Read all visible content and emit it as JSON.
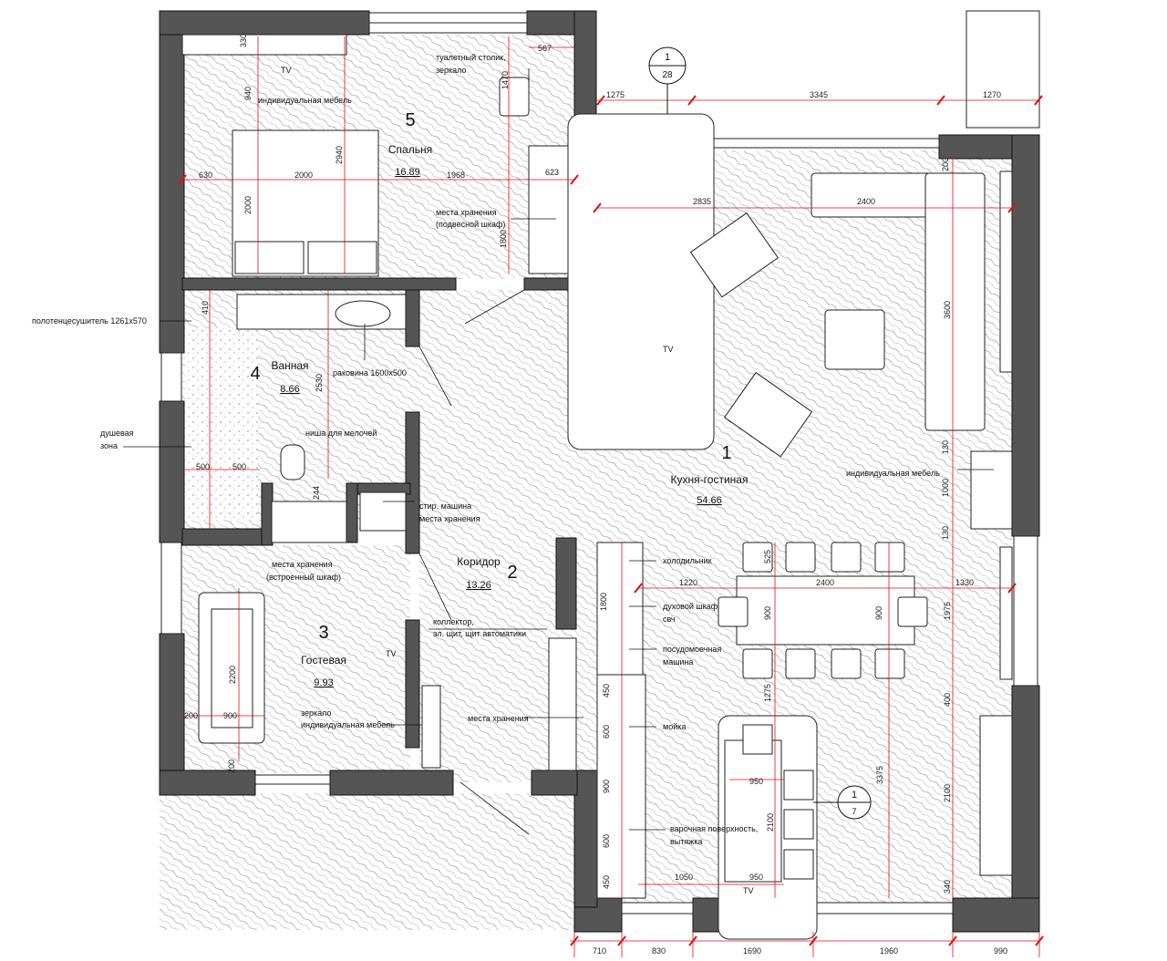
{
  "rooms": [
    {
      "num": "1",
      "name": "Кухня-гостиная",
      "area": "54.66"
    },
    {
      "num": "2",
      "name": "Коридор",
      "area": "13.26"
    },
    {
      "num": "3",
      "name": "Гостевая",
      "area": "9.93"
    },
    {
      "num": "4",
      "name": "Ванная",
      "area": "8.66"
    },
    {
      "num": "5",
      "name": "Спальня",
      "area": "16.89"
    }
  ],
  "notes": {
    "towel": "полотенцесушитель 1261х570",
    "shower_1": "душевая",
    "shower_2": "зона",
    "vanity_1": "туалетный столик,",
    "vanity_2": "зеркало",
    "bed_furniture": "индивидуальная мебель",
    "tv": "TV",
    "storage_hanging_1": "места хранения",
    "storage_hanging_2": "(подвесной шкаф)",
    "sink": "раковина 1600х500",
    "niche": "ниша для мелочей",
    "washer_1": "стир. машина",
    "washer_2": "места хранения",
    "storage_builtin_1": "места хранения",
    "storage_builtin_2": "(встроенный шкаф)",
    "collector_1": "коллектор,",
    "collector_2": "эл. щит, щит автоматики",
    "mirror_1": "зеркало",
    "mirror_2": "индивидуальная мебель",
    "storage_corridor": "места хранения",
    "fridge": "холодильник",
    "oven_1": "духовой шкаф",
    "oven_2": "свч",
    "dishwasher_1": "посудомоечная",
    "dishwasher_2": "машина",
    "sinkk": "мойка",
    "hob_1": "варочная поверхность,",
    "hob_2": "вытяжка",
    "custom_furniture": "индивидуальная мебель"
  },
  "section_marks": [
    {
      "num": "1",
      "sheet": "28"
    },
    {
      "num": "1",
      "sheet": "7"
    }
  ],
  "dimensions": {
    "d330": "330",
    "d940": "940",
    "d2940": "2940",
    "d630": "630",
    "d2000a": "2000",
    "d1968": "1968",
    "d2000b": "2000",
    "d567": "567",
    "d1470": "1470",
    "d623": "623",
    "d1800a": "1800",
    "d1275a": "1275",
    "d3345": "3345",
    "d1270": "1270",
    "d200a": "200",
    "d2835": "2835",
    "d2400a": "2400",
    "d3600": "3600",
    "d410": "410",
    "d2530": "2530",
    "d500a": "500",
    "d500b": "500",
    "d244": "244",
    "d1000": "1000",
    "d130a": "130",
    "d130b": "130",
    "d525": "525",
    "d1220": "1220",
    "d2400b": "2400",
    "d1330": "1330",
    "d1800b": "1800",
    "d900a": "900",
    "d900b": "900",
    "d1975": "1975",
    "d2200a": "2200",
    "d900c": "900",
    "d200b": "200",
    "d200c": "200",
    "d450a": "450",
    "d600a": "600",
    "d900d": "900",
    "d600b": "600",
    "d450b": "450",
    "d1275b": "1275",
    "d400": "400",
    "d3375": "3375",
    "d2100a": "2100",
    "d2100b": "2100",
    "d950a": "950",
    "d950b": "950",
    "d1050": "1050",
    "d340": "340",
    "b710": "710",
    "b830": "830",
    "b1690": "1690",
    "b1960": "1960",
    "b990": "990"
  },
  "colors": {
    "wall": "#555555",
    "dimension": "#dd1111",
    "line": "#222222"
  }
}
